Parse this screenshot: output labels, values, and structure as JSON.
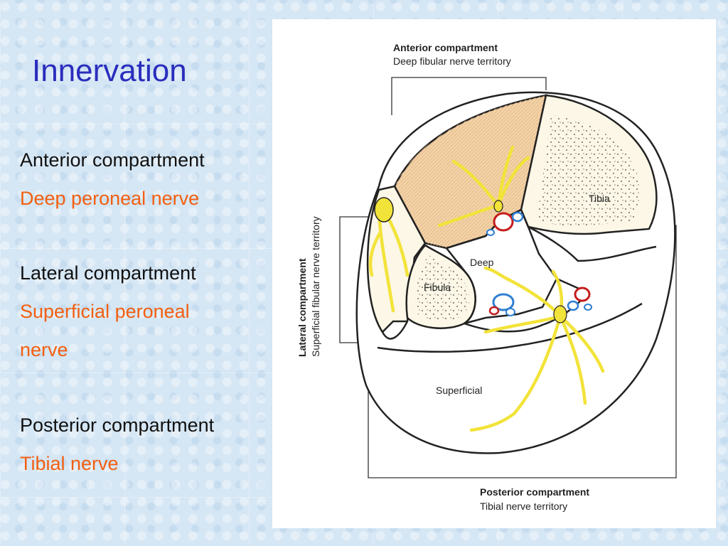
{
  "slide": {
    "title": "Innervation",
    "items": [
      {
        "heading": "Anterior compartment",
        "nerve": "Deep peroneal nerve"
      },
      {
        "heading": "Lateral compartment",
        "nerve_lines": [
          "Superficial  peroneal",
          "nerve"
        ]
      },
      {
        "heading": "Posterior compartment",
        "nerve": "Tibial nerve"
      }
    ]
  },
  "figure": {
    "anterior_label": "Anterior compartment",
    "anterior_sub": "Deep fibular nerve territory",
    "lateral_label": "Lateral compartment",
    "lateral_sub": "Superficial fibular nerve territory",
    "posterior_label": "Posterior compartment",
    "posterior_sub": "Tibial nerve territory",
    "tibia": "Tibia",
    "fibula": "Fibula",
    "deep": "Deep",
    "superficial": "Superficial"
  },
  "colors": {
    "title": "#2a2dbd",
    "nerve_text": "#f25f10",
    "anterior_fill": "#f3d3a8",
    "bone_fill": "#fcf7e6",
    "nerve": "#f2e33a"
  }
}
